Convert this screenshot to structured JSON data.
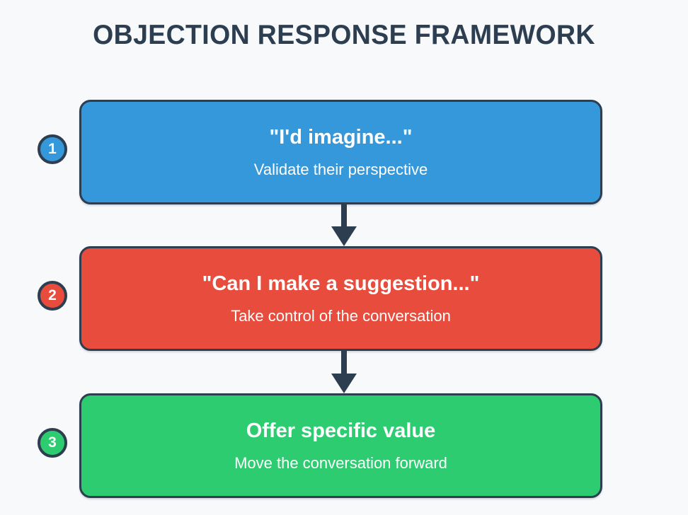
{
  "page": {
    "background_color": "#f7f9fb",
    "title": "OBJECTION RESPONSE FRAMEWORK",
    "title_color": "#2c3e50",
    "outline_color": "#2c3e50"
  },
  "steps": [
    {
      "number": "1",
      "title": "\"I'd imagine...\"",
      "subtitle": "Validate their perspective",
      "color": "#3498db"
    },
    {
      "number": "2",
      "title": "\"Can I make a suggestion...\"",
      "subtitle": "Take control of the conversation",
      "color": "#e74c3c"
    },
    {
      "number": "3",
      "title": "Offer specific value",
      "subtitle": "Move the conversation forward",
      "color": "#2ecc71"
    }
  ],
  "connectors": [
    {
      "name": "arrow-step-1-to-2",
      "color": "#2c3e50"
    },
    {
      "name": "arrow-step-2-to-3",
      "color": "#2c3e50"
    }
  ]
}
